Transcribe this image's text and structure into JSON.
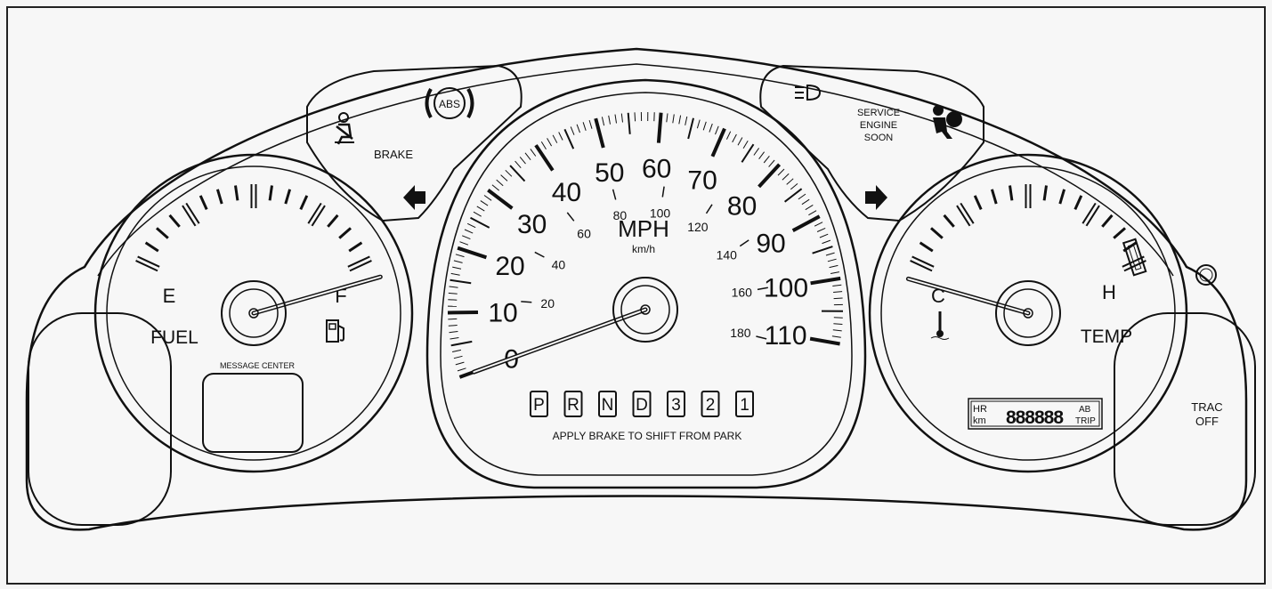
{
  "speedometer": {
    "unit_primary": "MPH",
    "unit_secondary": "km/h",
    "mph_labels": [
      "0",
      "10",
      "20",
      "30",
      "40",
      "50",
      "60",
      "70",
      "80",
      "90",
      "100",
      "110"
    ],
    "kmh_labels": [
      "20",
      "40",
      "60",
      "80",
      "100",
      "120",
      "140",
      "160",
      "180"
    ],
    "max_mph": 110,
    "needle_mph": 0
  },
  "fuel_gauge": {
    "empty_label": "E",
    "full_label": "F",
    "title": "FUEL",
    "needle_fraction": 1.0
  },
  "temp_gauge": {
    "cold_label": "C",
    "hot_label": "H",
    "title": "TEMP",
    "needle_fraction": 0.0
  },
  "message_center": {
    "label": "MESSAGE CENTER"
  },
  "prndl": {
    "gears": [
      "P",
      "R",
      "N",
      "D",
      "3",
      "2",
      "1"
    ],
    "caption": "APPLY BRAKE TO SHIFT FROM PARK"
  },
  "odometer": {
    "left_top": "HR",
    "left_bottom": "km",
    "digits": "888888",
    "right_top": "AB",
    "right_bottom": "TRIP"
  },
  "left_warning_panel": {
    "abs_label": "ABS",
    "brake_label": "BRAKE"
  },
  "right_warning_panel": {
    "service_lines": [
      "SERVICE",
      "ENGINE",
      "SOON"
    ]
  },
  "trac_off": {
    "line1": "TRAC",
    "line2": "OFF"
  },
  "icons": [
    "seatbelt-icon",
    "abs-icon",
    "left-turn-signal-icon",
    "headlamp-icon",
    "airbag-icon",
    "right-turn-signal-icon",
    "fuel-pump-icon",
    "coolant-temp-icon",
    "trac-off-button-icon"
  ]
}
